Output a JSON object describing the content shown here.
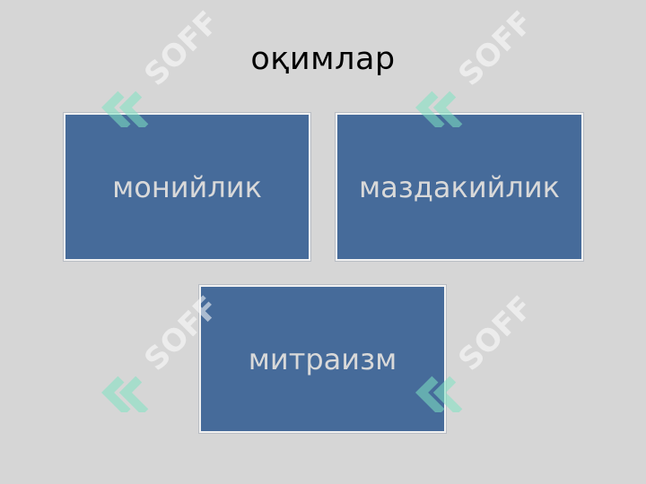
{
  "slide": {
    "title": "оқимлар",
    "boxes": [
      {
        "label": "монийлик"
      },
      {
        "label": "маздакийлик"
      },
      {
        "label": "митраизм"
      }
    ]
  },
  "watermark": {
    "text": "SOFF",
    "color": "#7fe3c3",
    "icon": "soff-logo-icon"
  },
  "colors": {
    "background": "#d6d6d6",
    "box_fill": "#466b9a",
    "box_text": "#d9d9d9",
    "title_text": "#000000"
  }
}
